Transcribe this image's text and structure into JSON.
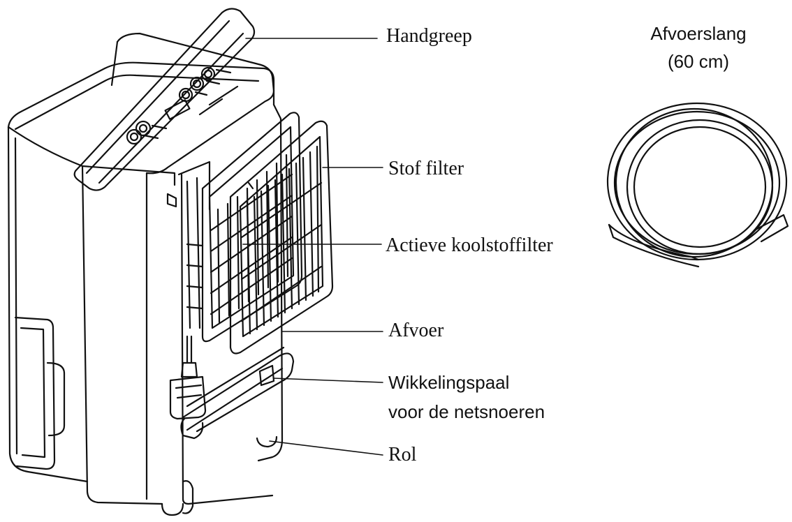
{
  "labels": {
    "handle": "Handgreep",
    "dust_filter": "Stof filter",
    "carbon_filter": "Actieve koolstoffilter",
    "drain": "Afvoer",
    "cord_wrap_line1": "Wikkelingspaal",
    "cord_wrap_line2": "voor de netsnoeren",
    "wheel": "Rol",
    "hose_line1": "Afvoerslang",
    "hose_line2": "(60 cm)"
  },
  "colors": {
    "ink": "#111111",
    "background": "#ffffff"
  }
}
